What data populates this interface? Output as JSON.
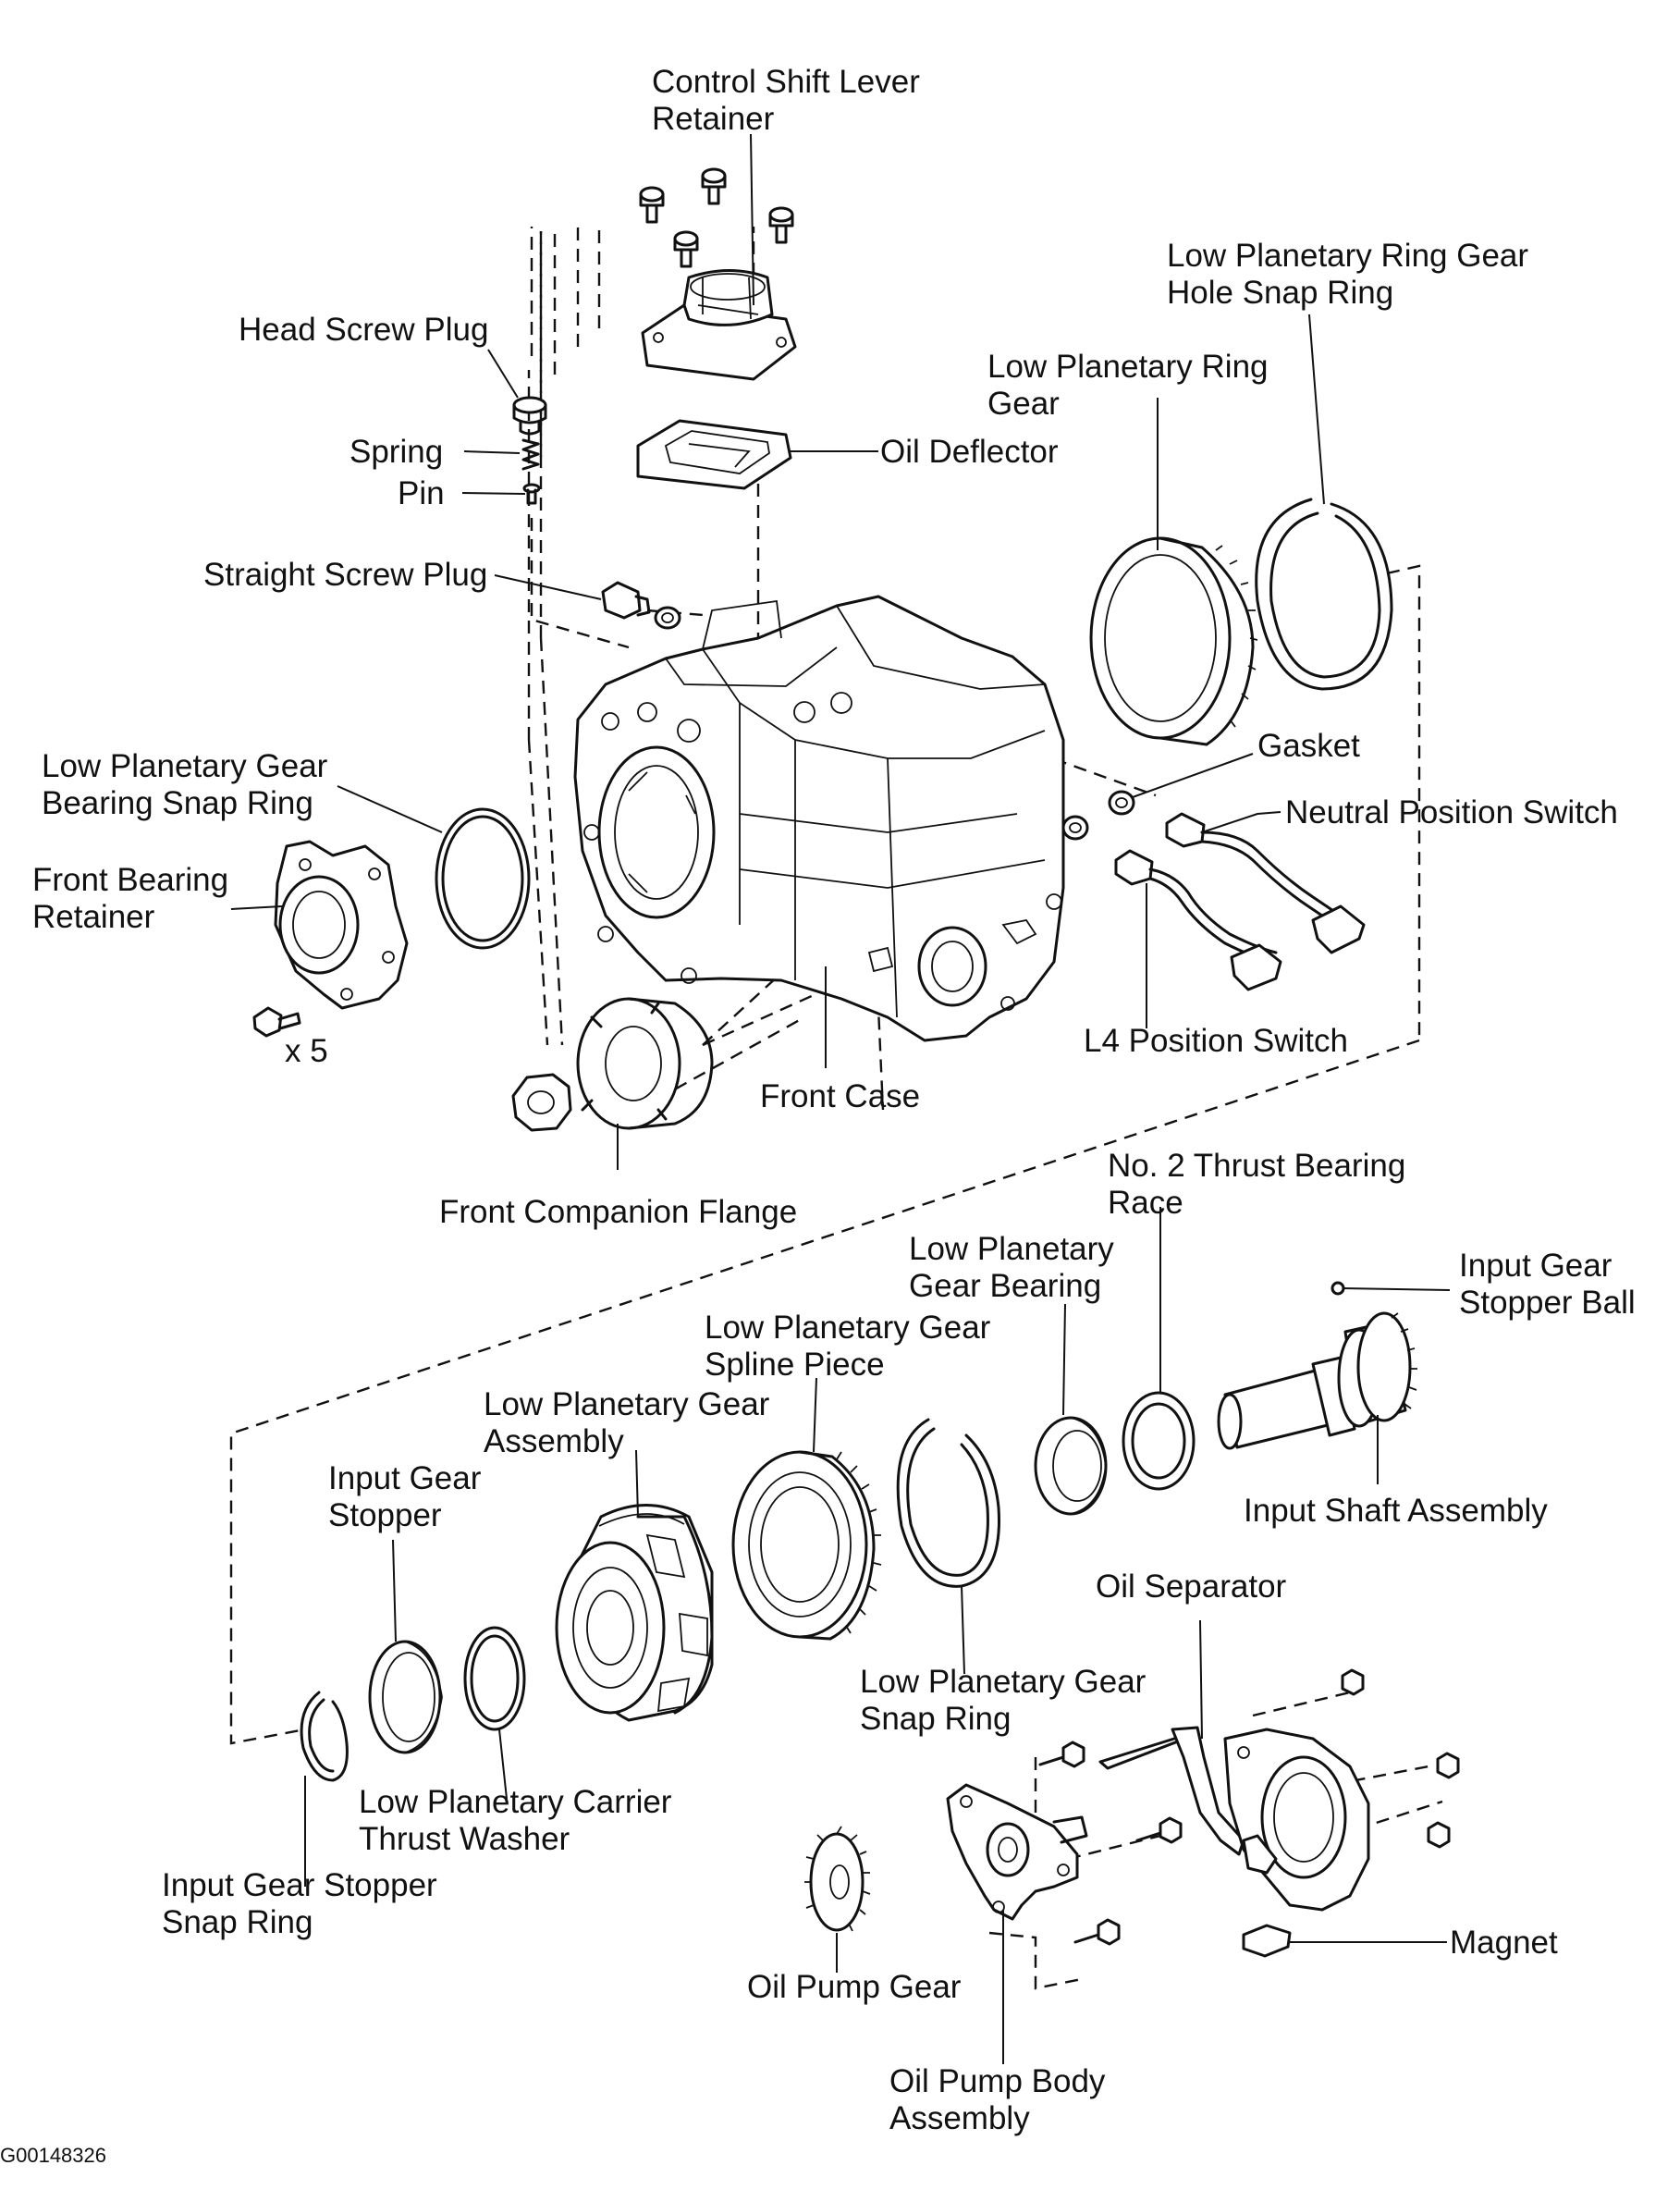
{
  "diagram_code": "G00148326",
  "labels": {
    "control_shift_lever_retainer": [
      "Control Shift Lever",
      "Retainer"
    ],
    "head_screw_plug": [
      "Head Screw Plug"
    ],
    "spring": [
      "Spring"
    ],
    "pin": [
      "Pin"
    ],
    "oil_deflector": [
      "Oil Deflector"
    ],
    "straight_screw_plug": [
      "Straight Screw Plug"
    ],
    "low_planetary_ring_gear": [
      "Low Planetary Ring",
      "Gear"
    ],
    "low_planetary_ring_gear_hole_snap_ring": [
      "Low Planetary Ring Gear",
      "Hole Snap Ring"
    ],
    "gasket": [
      "Gasket"
    ],
    "neutral_position_switch": [
      "Neutral Position Switch"
    ],
    "low_planetary_gear_bearing_snap_ring": [
      "Low Planetary Gear",
      "Bearing Snap Ring"
    ],
    "front_bearing_retainer": [
      "Front Bearing",
      "Retainer"
    ],
    "bolt_count": [
      "x 5"
    ],
    "l4_position_switch": [
      "L4 Position Switch"
    ],
    "front_case": [
      "Front Case"
    ],
    "front_companion_flange": [
      "Front Companion Flange"
    ],
    "no2_thrust_bearing_race": [
      "No. 2 Thrust Bearing",
      "Race"
    ],
    "low_planetary_gear_bearing": [
      "Low Planetary",
      "Gear Bearing"
    ],
    "input_gear_stopper_ball": [
      "Input Gear",
      "Stopper Ball"
    ],
    "low_planetary_gear_spline_piece": [
      "Low Planetary Gear",
      "Spline Piece"
    ],
    "low_planetary_gear_assembly": [
      "Low Planetary Gear",
      "Assembly"
    ],
    "input_gear_stopper": [
      "Input Gear",
      "Stopper"
    ],
    "input_shaft_assembly": [
      "Input Shaft Assembly"
    ],
    "oil_separator": [
      "Oil Separator"
    ],
    "low_planetary_gear_snap_ring": [
      "Low Planetary Gear",
      "Snap Ring"
    ],
    "low_planetary_carrier_thrust_washer": [
      "Low Planetary Carrier",
      "Thrust Washer"
    ],
    "input_gear_stopper_snap_ring": [
      "Input Gear Stopper",
      "Snap Ring"
    ],
    "magnet": [
      "Magnet"
    ],
    "oil_pump_gear": [
      "Oil Pump Gear"
    ],
    "oil_pump_body_assembly": [
      "Oil Pump Body",
      "Assembly"
    ]
  }
}
